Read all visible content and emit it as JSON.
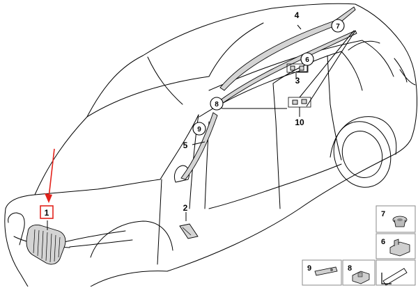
{
  "callouts": {
    "c1": "1",
    "c2": "2",
    "c3": "3",
    "c4": "4",
    "c5": "5",
    "c6": "6",
    "c7": "7",
    "c8": "8",
    "c9": "9",
    "c10": "10"
  },
  "legend": {
    "l7": "7",
    "l6": "6",
    "l9": "9",
    "l8": "8"
  },
  "colors": {
    "highlight": "#e3231c",
    "part_fill": "#d4d4d4",
    "legend_border": "#8a8a8a"
  },
  "icons": [
    "grille-part",
    "roof-trim-strip",
    "a-pillar-trim",
    "side-badge",
    "clip-fastener",
    "nut-fastener",
    "bracket-fastener",
    "arrow-icon"
  ]
}
